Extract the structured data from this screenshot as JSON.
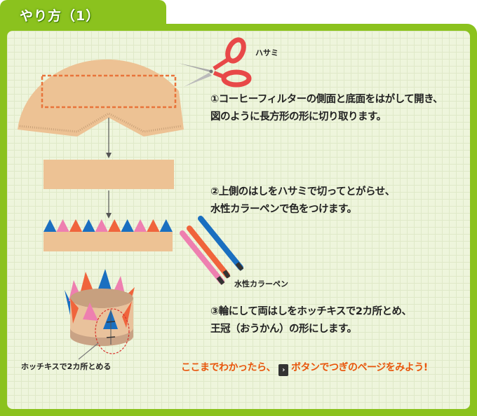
{
  "header": {
    "title": "やり方（1）"
  },
  "labels": {
    "scissors": "ハサミ",
    "pens": "水性カラーペン",
    "stapler": "ホッチキスで2カ所とめる"
  },
  "steps": [
    {
      "line1": "①コーヒーフィルターの側面と底面をはがして開き、",
      "line2": "図のように長方形の形に切り取ります。"
    },
    {
      "line1": "②上側のはしをハサミで切ってとがらせ、",
      "line2": "水性カラーペンで色をつけます。"
    },
    {
      "line1": "③輪にして両はしをホッチキスで2カ所とめ、",
      "line2": "王冠（おうかん）の形にします。"
    }
  ],
  "note": {
    "before": "ここまでわかったら、",
    "button_glyph": "›",
    "after": "ボタンでつぎのページをみよう!"
  },
  "colors": {
    "frame": "#8bc21e",
    "paper": "#edc294",
    "accent": "#e8560c"
  }
}
